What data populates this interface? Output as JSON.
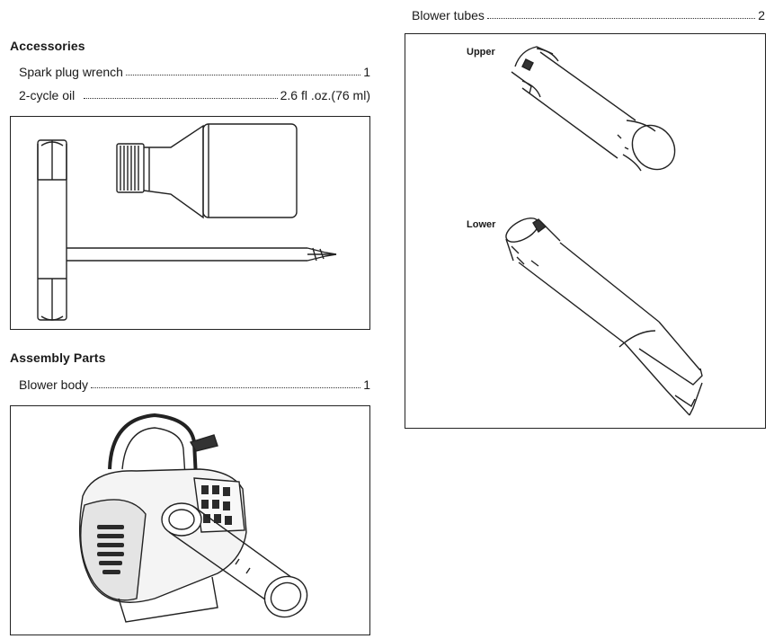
{
  "accessories": {
    "heading": "Accessories",
    "items": [
      {
        "label": "Spark plug wrench",
        "qty": "1"
      },
      {
        "label": "2-cycle oil",
        "qty": "2.6 fl .oz.(76 ml)"
      }
    ]
  },
  "assembly": {
    "heading": "Assembly Parts",
    "items": [
      {
        "label": "Blower body",
        "qty": "1"
      }
    ]
  },
  "tubes": {
    "item": {
      "label": "Blower tubes",
      "qty": "2"
    },
    "upper_label": "Upper",
    "lower_label": "Lower"
  }
}
